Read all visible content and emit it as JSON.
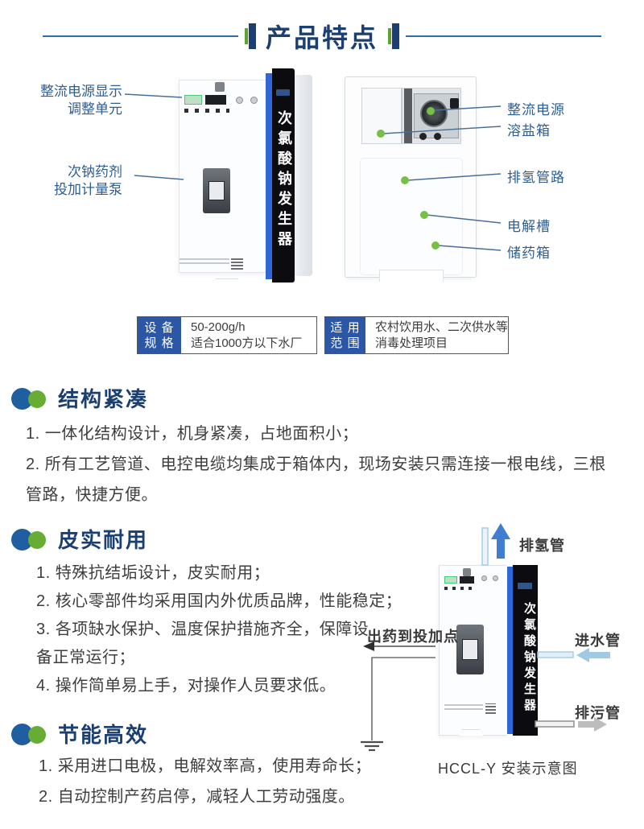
{
  "header": {
    "title": "产品特点"
  },
  "figure": {
    "left_machine": {
      "band_text": "次氯酸钠发生器",
      "callouts": [
        {
          "label": "整流电源显示\n调整单元"
        },
        {
          "label": "次钠药剂\n投加计量泵"
        }
      ]
    },
    "right_machine": {
      "callouts": [
        "整流电源",
        "溶盐箱",
        "排氢管路",
        "电解槽",
        "储药箱"
      ]
    }
  },
  "specs": [
    {
      "label": "设 备\n规 格",
      "line1": "50-200g/h",
      "line2": "适合1000方以下水厂"
    },
    {
      "label": "适 用\n范 围",
      "line1": "农村饮用水、二次供水等",
      "line2": "消毒处理项目"
    }
  ],
  "sections": [
    {
      "title": "结构紧凑",
      "items": [
        "1. 一体化结构设计，机身紧凑，占地面积小；",
        "2. 所有工艺管道、电控电缆均集成于箱体内，现场安装只需连接一根电线，三根\n管路，快捷方便。"
      ]
    },
    {
      "title": "皮实耐用",
      "items": [
        "1. 特殊抗结垢设计，皮实耐用；",
        "2. 核心零部件均采用国内外优质品牌，性能稳定；",
        "3. 各项缺水保护、温度保护措施齐全，保障设\n备正常运行；",
        "4. 操作简单易上手，对操作人员要求低。"
      ]
    },
    {
      "title": "节能高效",
      "items": [
        "1. 采用进口电极，电解效率高，使用寿命长；",
        "2. 自动控制产药启停，减轻人工劳动强度。"
      ]
    }
  ],
  "diagram": {
    "band_text": "次氯酸钠发生器",
    "labels": {
      "hydrogen": "排氢管",
      "dosing": "出药到投加点",
      "inlet": "进水管",
      "drain": "排污管"
    },
    "caption": "HCCL-Y 安装示意图"
  },
  "colors": {
    "navy": "#1b3f70",
    "line_blue": "#2f6da8",
    "green": "#67ad33",
    "label_blue": "#2e5e92",
    "spec_blue": "#2b57a6",
    "band_black": "#0b0b10",
    "band_stripe": "#2f66d8",
    "hydrogen_arrow": "#3f7ed0",
    "inlet_arrow": "#9fc9e5",
    "drain_arrow": "#bdbdbd",
    "dot_green": "#76c043"
  }
}
